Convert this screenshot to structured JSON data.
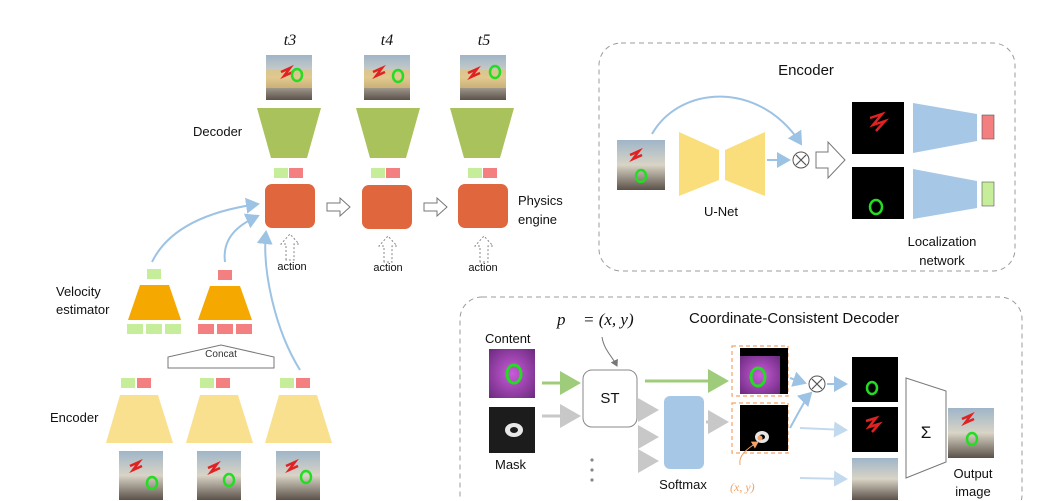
{
  "time_labels": [
    "t3",
    "t4",
    "t5"
  ],
  "labels": {
    "decoder": "Decoder",
    "physics_engine": "Physics\nengine",
    "action": "action",
    "velocity_estimator": "Velocity\nestimator",
    "concat": "Concat",
    "encoder_left": "Encoder",
    "encoder_panel_title": "Encoder",
    "unet": "U-Net",
    "localization_network": "Localization\nnetwork",
    "ccd_title": "Coordinate-Consistent Decoder",
    "p_eq": "p⃗ = (x, y)",
    "content": "Content",
    "mask": "Mask",
    "st": "ST",
    "softmax": "Softmax",
    "xy": "(x, y)",
    "sum": "Σ",
    "output_image": "Output\nimage",
    "otimes": "⊗"
  },
  "colors": {
    "decoder_green": "#a9c25b",
    "engine_orange": "#e0673d",
    "velocity_orange": "#f5a800",
    "encoder_yellow": "#f8e08e",
    "unet_yellow": "#f9de7b",
    "loc_blue": "#a6c8e6",
    "softmax_blue": "#a6c8e6",
    "code_green": "#c6ed9a",
    "code_red": "#f47f80",
    "arrow_blue": "#9cc3e4",
    "arrow_green": "#9fcc7b",
    "arrow_gray": "#c8c8c8",
    "dashed_orange": "#f2a266",
    "panel_dash": "#9b9b9b"
  }
}
